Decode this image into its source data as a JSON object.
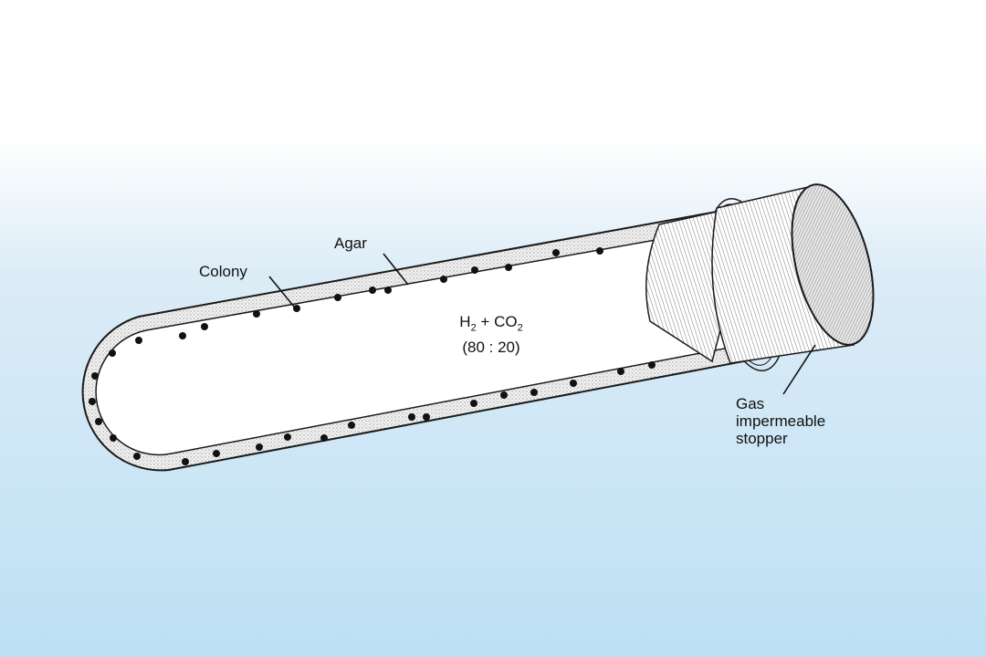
{
  "labels": {
    "agar": "Agar",
    "colony": "Colony",
    "stopper": [
      "Gas",
      "impermeable",
      "stopper"
    ]
  },
  "gas_mixture": {
    "h": "H",
    "h_sub": "2",
    "plus": "+ CO",
    "co_sub": "2",
    "ratio": "(80 : 20)"
  },
  "colors": {
    "agar_fill": "#d9d9d9",
    "outline": "#1a1a1a",
    "colony": "#111111",
    "background_top": "#ffffff",
    "background_bottom": "#bde0f4"
  }
}
